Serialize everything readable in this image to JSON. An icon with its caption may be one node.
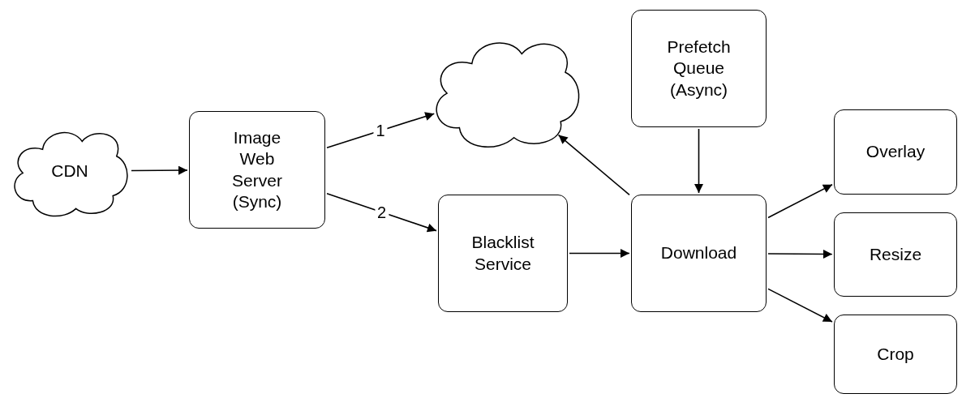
{
  "diagram": {
    "nodes": [
      {
        "text": [
          "CDN"
        ]
      },
      {
        "text": [
          "Image Web Server (Sync)"
        ]
      },
      {
        "text": [],
        "shape": "cloud"
      },
      {
        "text": [
          "Prefetch Queue (Async)"
        ]
      },
      {
        "text": [
          "Blacklist Service"
        ]
      },
      {
        "text": [
          "Download"
        ]
      },
      {
        "text": [
          "Overlay"
        ]
      },
      {
        "text": [
          "Resize"
        ]
      },
      {
        "text": [
          "Crop"
        ]
      }
    ],
    "edges": [
      {
        "from": 0,
        "to": 1,
        "arrow": "to"
      },
      {
        "from": 1,
        "to": 2,
        "arrow": "to",
        "label": "1"
      },
      {
        "from": 1,
        "to": 4,
        "arrow": "to",
        "label": "2"
      },
      {
        "from": 4,
        "to": 5,
        "arrow": "to"
      },
      {
        "from": 5,
        "to": 2,
        "arrow": "to"
      },
      {
        "from": 3,
        "to": 5,
        "arrow": "to"
      },
      {
        "from": 5,
        "to": 6,
        "arrow": "to"
      },
      {
        "from": 5,
        "to": 7,
        "arrow": "to"
      },
      {
        "from": 5,
        "to": 8,
        "arrow": "to"
      }
    ]
  }
}
